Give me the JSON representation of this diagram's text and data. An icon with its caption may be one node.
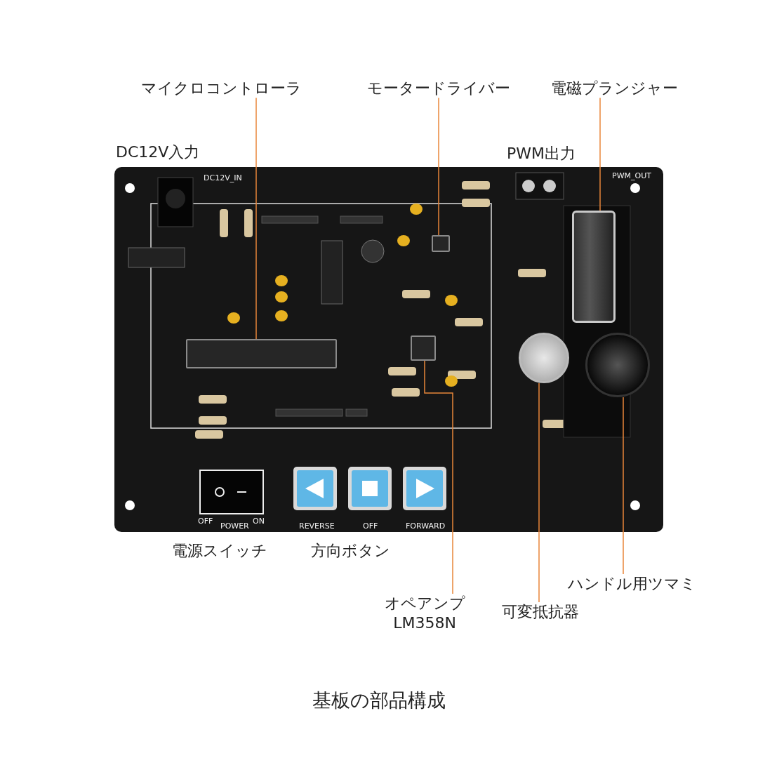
{
  "diagram": {
    "caption": "基板の部品構成",
    "nodes": [
      {
        "text": [
          "マイクロコントローラ"
        ]
      },
      {
        "text": [
          "モータードライバー"
        ]
      },
      {
        "text": [
          "電磁プランジャー"
        ]
      },
      {
        "text": [],
        "shape": "picture"
      },
      {
        "text": [],
        "shape": "box",
        "in": 3
      },
      {
        "text": [],
        "shape": "box",
        "in": 3
      },
      {
        "text": [],
        "shape": "cylinder",
        "in": 3
      },
      {
        "text": [],
        "shape": "box",
        "in": 3
      },
      {
        "text": [],
        "shape": "circle",
        "in": 3
      },
      {
        "text": [],
        "shape": "circle",
        "in": 3
      },
      {
        "text": [
          "オペアンプ",
          "LM358N"
        ]
      },
      {
        "text": [
          "可変抵抗器"
        ]
      },
      {
        "text": [
          "ハンドル用ツマミ"
        ]
      }
    ],
    "edges": [
      {
        "from": 0,
        "to": 4,
        "arrow": "none"
      },
      {
        "from": 1,
        "to": 5,
        "arrow": "none"
      },
      {
        "from": 2,
        "to": 6,
        "arrow": "none"
      },
      {
        "from": 10,
        "to": 7,
        "arrow": "none"
      },
      {
        "from": 11,
        "to": 8,
        "arrow": "none"
      },
      {
        "from": 12,
        "to": 9,
        "arrow": "none"
      }
    ],
    "labels": [
      "DC12V入力",
      "PWM出力",
      "DC12V_IN",
      "PWM_OUT",
      "OFF",
      "POWER",
      "ON",
      "REVERSE",
      "OFF",
      "FORWARD",
      "電源スイッチ",
      "方向ボタン"
    ]
  }
}
